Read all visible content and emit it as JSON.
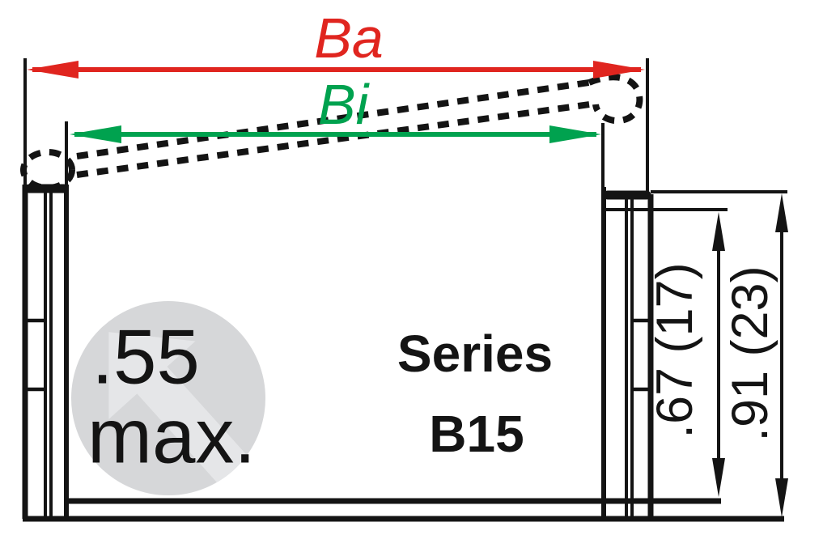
{
  "diagram": {
    "type": "engineering-cross-section",
    "product": {
      "series_word": "Series",
      "series_code": "B15"
    },
    "dimensions": {
      "outer_width_label": "Ba",
      "inner_width_label": "Bi",
      "inner_height_label": ".67 (17)",
      "outer_height_label": ".91 (23)",
      "bend_note_value": ".55",
      "bend_note_suffix": "max."
    },
    "colors": {
      "outer_width_arrow": "#e0251f",
      "inner_width_arrow": "#00a24f",
      "line": "#141414",
      "watermark_circle": "#d6d7d9",
      "watermark_arrow": "#e5e6e8"
    }
  }
}
